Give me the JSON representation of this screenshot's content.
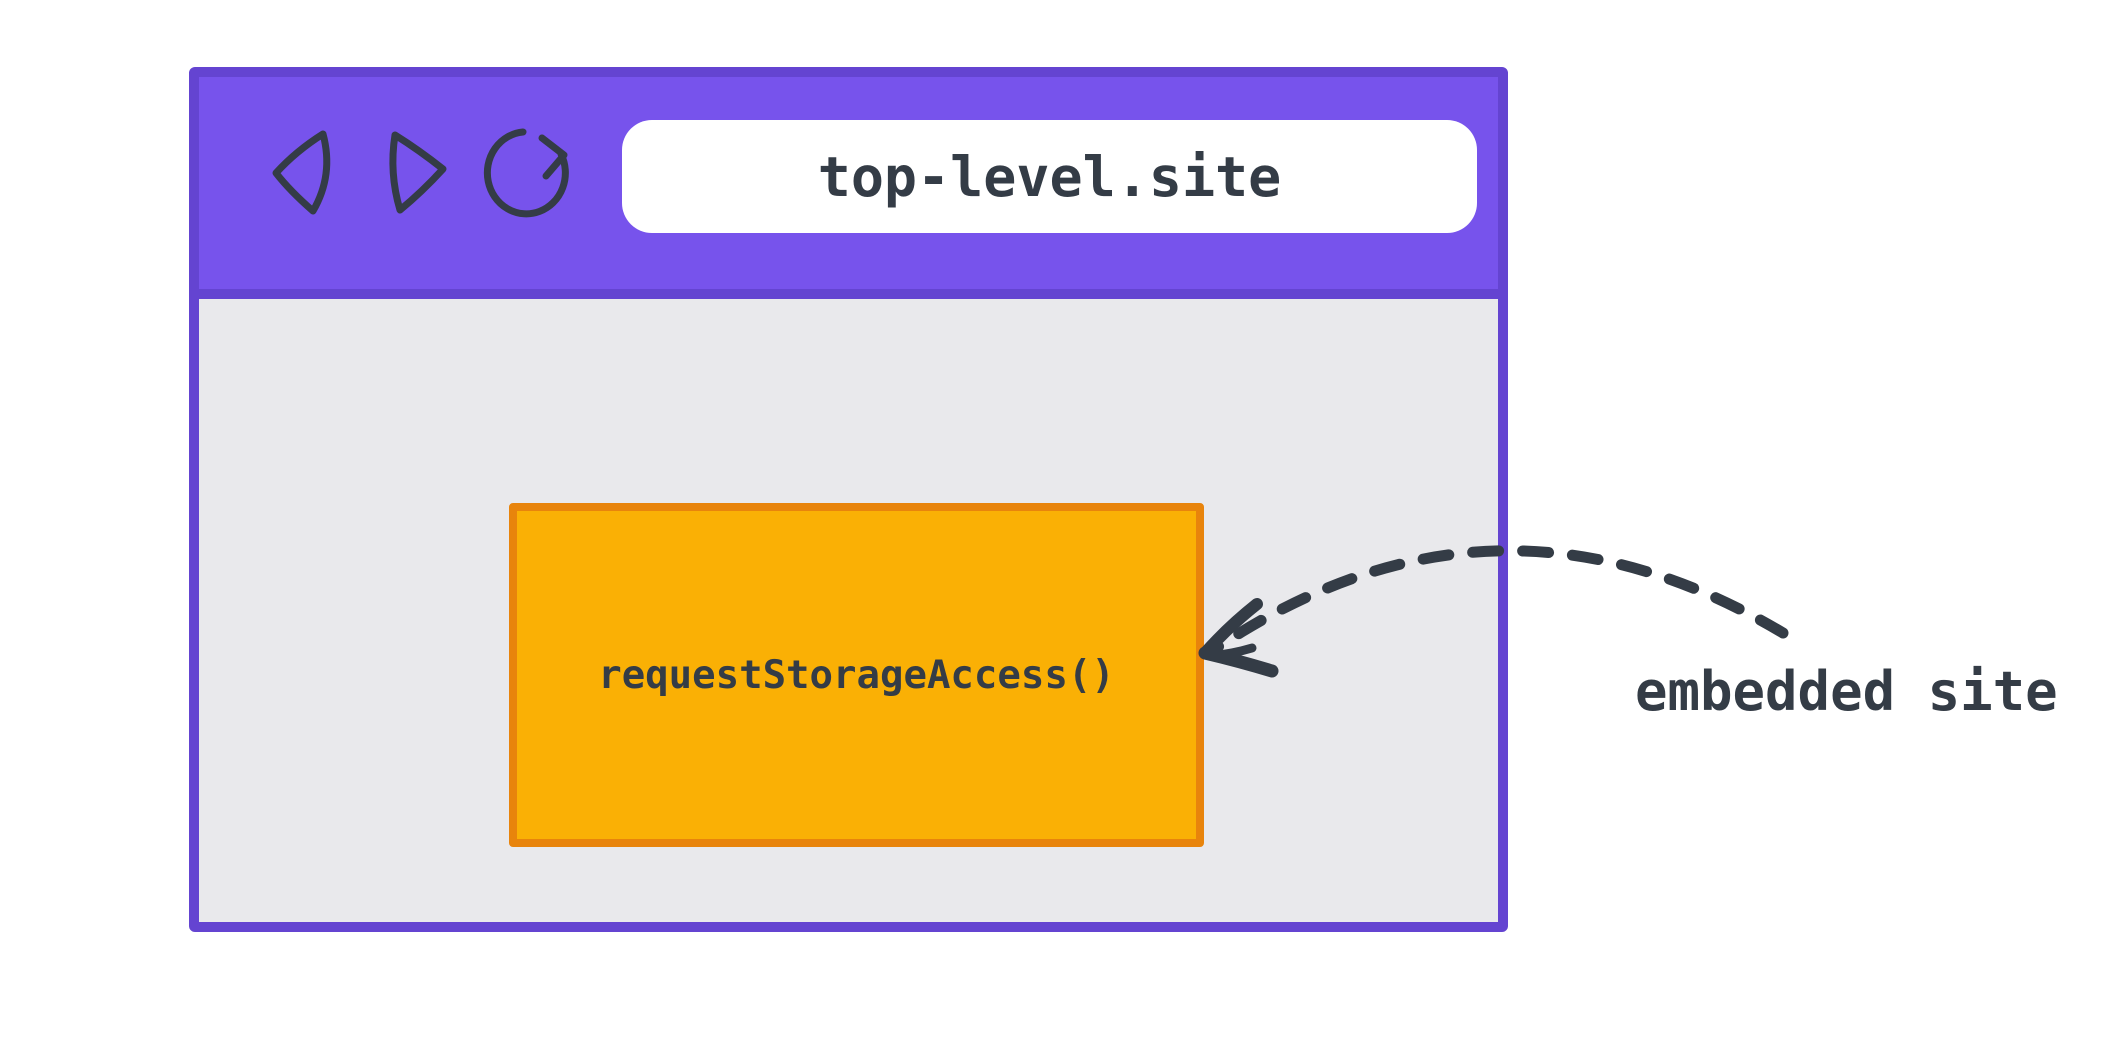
{
  "diagram": {
    "browser": {
      "url": "top-level.site",
      "toolbar_icons": [
        "back-icon",
        "forward-icon",
        "reload-icon"
      ]
    },
    "iframe": {
      "label": "requestStorageAccess()"
    },
    "annotation": {
      "label": "embedded site",
      "arrow": "dashed-arrow-pointing-from-label-to-iframe"
    },
    "colors": {
      "toolbar_fill": "#7753ec",
      "window_border": "#6444d1",
      "content_background": "#e9e9ec",
      "address_bar_background": "#ffffff",
      "iframe_fill": "#fab005",
      "iframe_border": "#e8840c",
      "ink": "#343c46",
      "page_background": "#ffffff"
    }
  }
}
